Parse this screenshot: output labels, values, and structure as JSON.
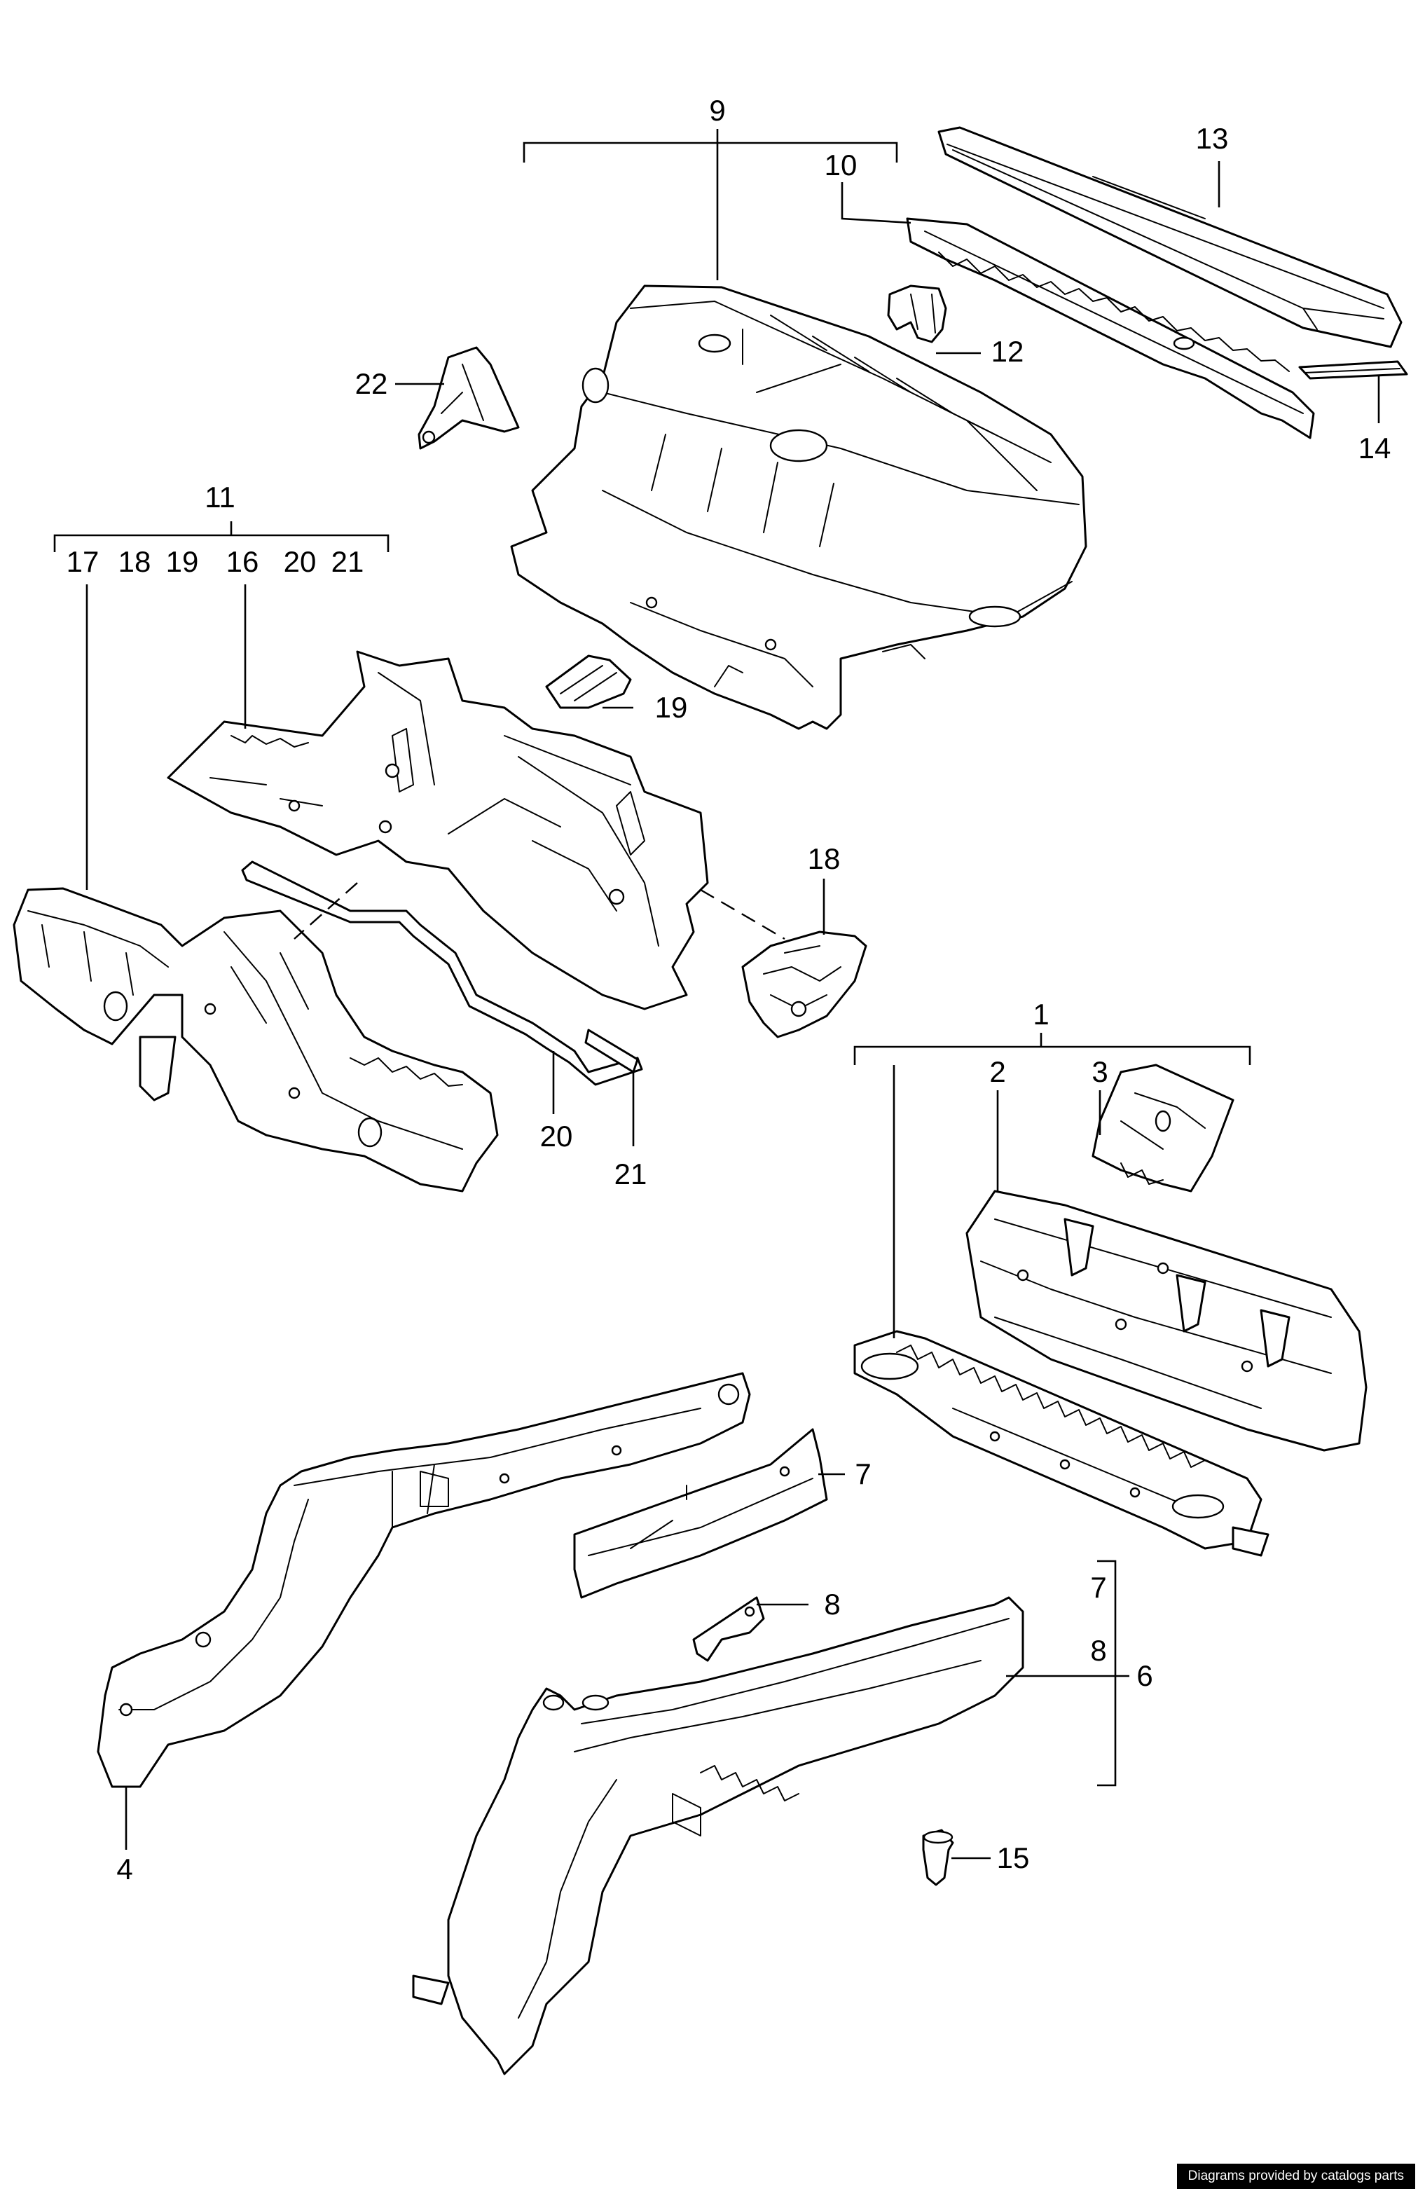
{
  "diagram": {
    "callouts": {
      "c1": "1",
      "c2": "2",
      "c3": "3",
      "c4": "4",
      "c6": "6",
      "c7a": "7",
      "c7b": "7",
      "c8a": "8",
      "c8b": "8",
      "c9": "9",
      "c10": "10",
      "c11": "11",
      "c12": "12",
      "c13": "13",
      "c14": "14",
      "c15": "15",
      "c16": "16",
      "c17": "17",
      "c18a": "18",
      "c18b": "18",
      "c19a": "19",
      "c19b": "19",
      "c20a": "20",
      "c20b": "20",
      "c21a": "21",
      "c21b": "21",
      "c22": "22"
    },
    "watermark": "Diagrams provided by catalogs parts"
  }
}
